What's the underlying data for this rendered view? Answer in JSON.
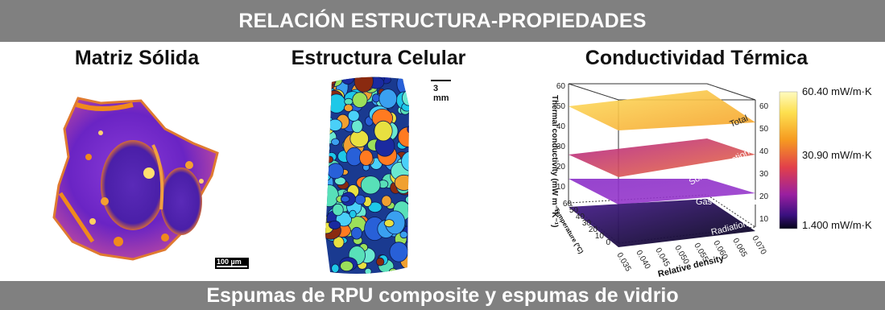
{
  "header": {
    "title": "RELACIÓN ESTRUCTURA-PROPIEDADES"
  },
  "columns": {
    "solid": {
      "title": "Matriz Sólida",
      "scale_bar": "100 µm"
    },
    "cellular": {
      "title": "Estructura Celular",
      "scale_bar": "3 mm"
    },
    "thermal": {
      "title": "Conductividad Térmica"
    }
  },
  "footer": {
    "title": "Espumas de RPU composite y espumas de vidrio"
  },
  "colors": {
    "banner": "#808080",
    "matrix_purple": "#6a24c4",
    "matrix_orange": "#f08a1c"
  },
  "chart_data": {
    "type": "surface3d",
    "title": "",
    "ylabel": "Thermal conductivity (mW m⁻¹K⁻¹)",
    "xlabel": "Relative density",
    "zlabel": "Temperature (ºC)",
    "vertical_ticks": [
      "10",
      "20",
      "30",
      "40",
      "50",
      "60"
    ],
    "right_ticks": [
      "10",
      "20",
      "30",
      "40",
      "50",
      "60"
    ],
    "density_ticks": [
      "0.035",
      "0.040",
      "0.045",
      "0.050",
      "0.055",
      "0.060",
      "0.065",
      "0.070"
    ],
    "temperature_ticks": [
      "0",
      "10",
      "20",
      "30",
      "40",
      "50",
      "60"
    ],
    "surface_labels": [
      "Total",
      "Solid Conduction",
      "Gas Conduction",
      "Radiation"
    ],
    "colorbar": {
      "max_label": "60.40 mW/m·K",
      "mid_label": "30.90 mW/m·K",
      "min_label": "1.400 mW/m·K",
      "max": 60.4,
      "mid": 30.9,
      "min": 1.4
    }
  }
}
